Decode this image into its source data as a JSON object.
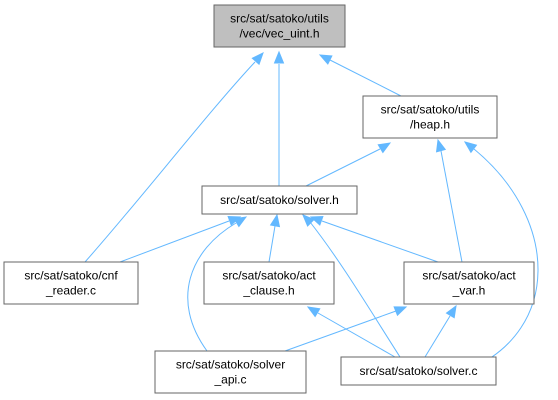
{
  "nodes": [
    {
      "id": "vec_uint",
      "lines": [
        "src/sat/satoko/utils",
        "/vec/vec_uint.h"
      ],
      "root": true
    },
    {
      "id": "heap",
      "lines": [
        "src/sat/satoko/utils",
        "/heap.h"
      ]
    },
    {
      "id": "solver_h",
      "lines": [
        "src/sat/satoko/solver.h"
      ]
    },
    {
      "id": "cnf_reader",
      "lines": [
        "src/sat/satoko/cnf",
        "_reader.c"
      ]
    },
    {
      "id": "act_clause",
      "lines": [
        "src/sat/satoko/act",
        "_clause.h"
      ]
    },
    {
      "id": "act_var",
      "lines": [
        "src/sat/satoko/act",
        "_var.h"
      ]
    },
    {
      "id": "solver_api",
      "lines": [
        "src/sat/satoko/solver",
        "_api.c"
      ]
    },
    {
      "id": "solver_c",
      "lines": [
        "src/sat/satoko/solver.c"
      ]
    }
  ],
  "edges": [
    {
      "from": "heap",
      "to": "vec_uint"
    },
    {
      "from": "solver_h",
      "to": "vec_uint"
    },
    {
      "from": "cnf_reader",
      "to": "vec_uint"
    },
    {
      "from": "solver_h",
      "to": "heap"
    },
    {
      "from": "act_var",
      "to": "heap"
    },
    {
      "from": "solver_c",
      "to": "heap"
    },
    {
      "from": "cnf_reader",
      "to": "solver_h"
    },
    {
      "from": "act_clause",
      "to": "solver_h"
    },
    {
      "from": "act_var",
      "to": "solver_h"
    },
    {
      "from": "solver_api",
      "to": "solver_h"
    },
    {
      "from": "solver_c",
      "to": "solver_h"
    },
    {
      "from": "solver_api",
      "to": "act_var"
    },
    {
      "from": "solver_c",
      "to": "act_var"
    },
    {
      "from": "solver_c",
      "to": "act_clause"
    }
  ]
}
